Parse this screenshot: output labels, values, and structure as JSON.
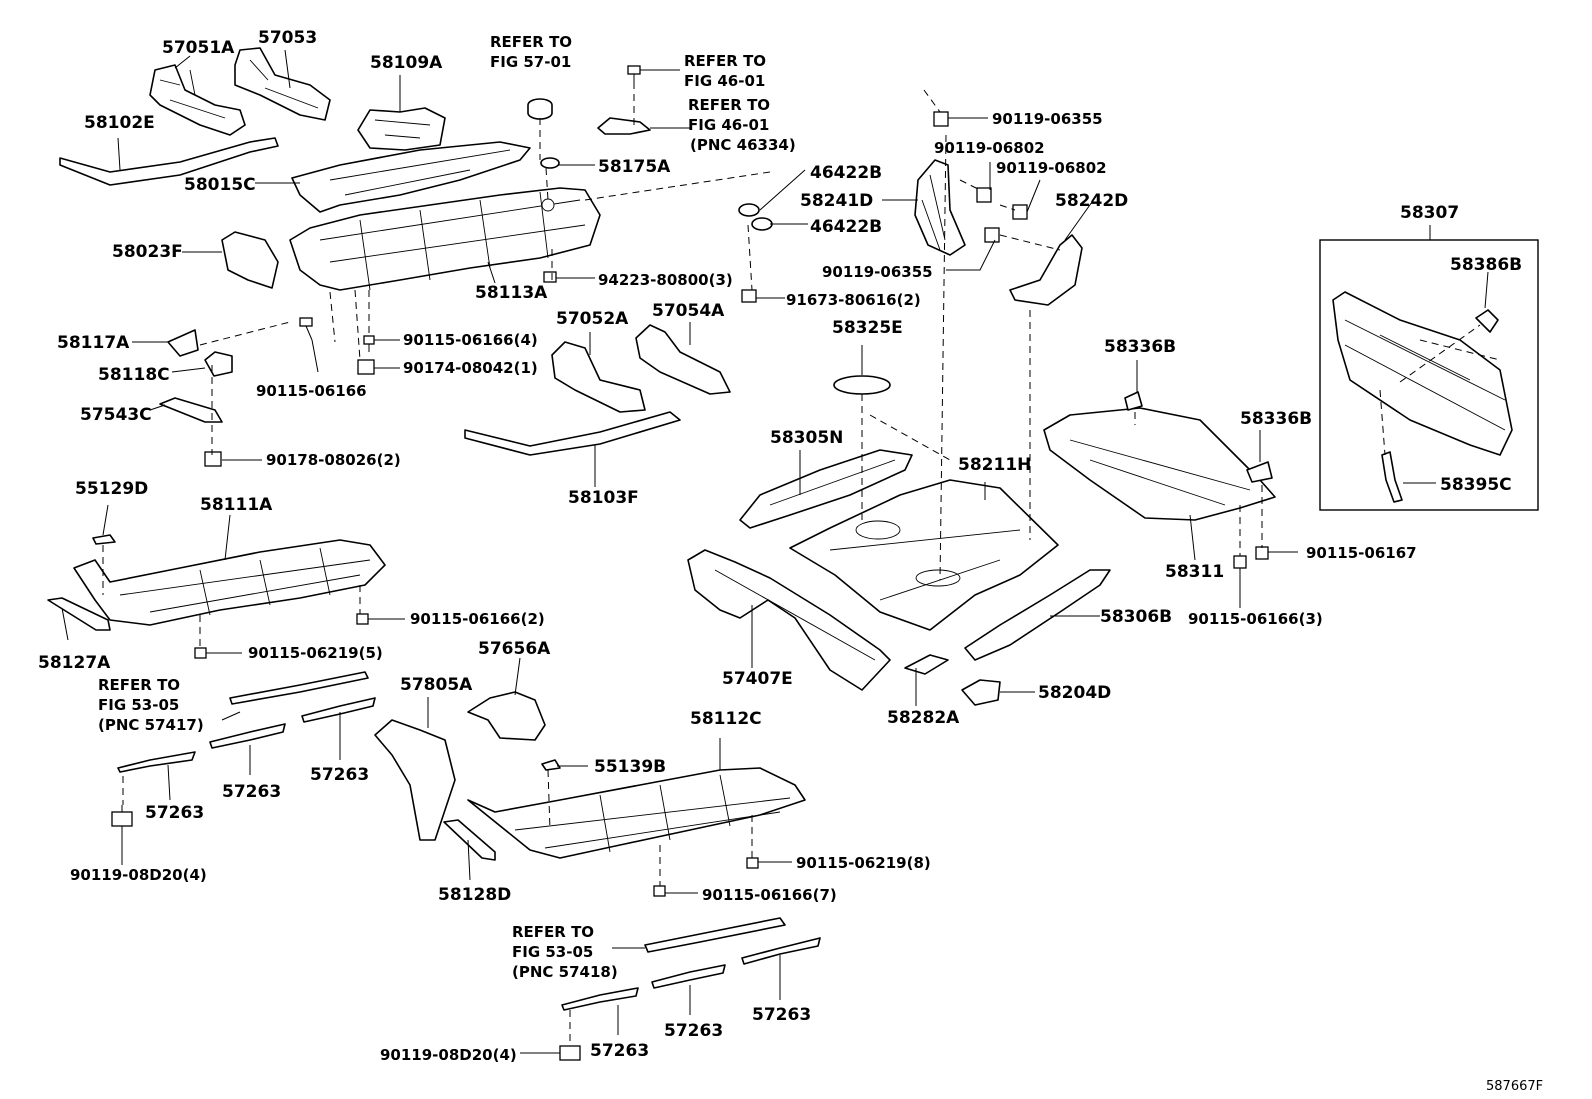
{
  "diagram_code": "587667F",
  "labels": {
    "l_57051A": "57051A",
    "l_57053": "57053",
    "l_58102E": "58102E",
    "l_58109A": "58109A",
    "l_58015C": "58015C",
    "l_58023F": "58023F",
    "l_58113A": "58113A",
    "l_refer_5701_a": "REFER TO",
    "l_refer_5701_b": "FIG 57-01",
    "l_refer_4601_a": "REFER TO",
    "l_refer_4601_b": "FIG 46-01",
    "l_refer_4601c_a": "REFER TO",
    "l_refer_4601c_b": "FIG 46-01",
    "l_refer_4601c_c": "(PNC 46334)",
    "l_58175A": "58175A",
    "l_94223": "94223-80800(3)",
    "l_46422B_1": "46422B",
    "l_46422B_2": "46422B",
    "l_91673": "91673-80616(2)",
    "l_58241D": "58241D",
    "l_58242D": "58242D",
    "l_90119_06355_a": "90119-06355",
    "l_90119_06802_a": "90119-06802",
    "l_90119_06802_b": "90119-06802",
    "l_90119_06355_b": "90119-06355",
    "l_58307": "58307",
    "l_58386B": "58386B",
    "l_58395C": "58395C",
    "l_58117A": "58117A",
    "l_58118C": "58118C",
    "l_57543C": "57543C",
    "l_90178": "90178-08026(2)",
    "l_90115_06166_4": "90115-06166(4)",
    "l_90174": "90174-08042(1)",
    "l_90115_06166": "90115-06166",
    "l_57052A": "57052A",
    "l_57054A": "57054A",
    "l_58103F": "58103F",
    "l_58325E": "58325E",
    "l_58305N": "58305N",
    "l_58211H": "58211H",
    "l_58336B_1": "58336B",
    "l_58336B_2": "58336B",
    "l_58311": "58311",
    "l_90115_06167": "90115-06167",
    "l_90115_06166_3": "90115-06166(3)",
    "l_55129D": "55129D",
    "l_58111A": "58111A",
    "l_58127A": "58127A",
    "l_90115_06166_2": "90115-06166(2)",
    "l_90115_06219_5": "90115-06219(5)",
    "l_refer_5305a_a": "REFER TO",
    "l_refer_5305a_b": "FIG 53-05",
    "l_refer_5305a_c": "(PNC 57417)",
    "l_57263_1": "57263",
    "l_57263_2": "57263",
    "l_57263_3": "57263",
    "l_90119_08D20_a": "90119-08D20(4)",
    "l_57805A": "57805A",
    "l_57656A": "57656A",
    "l_57407E": "57407E",
    "l_58306B": "58306B",
    "l_58282A": "58282A",
    "l_58204D": "58204D",
    "l_58112C": "58112C",
    "l_55139B": "55139B",
    "l_58128D": "58128D",
    "l_90115_06219_8": "90115-06219(8)",
    "l_90115_06166_7": "90115-06166(7)",
    "l_refer_5305b_a": "REFER TO",
    "l_refer_5305b_b": "FIG 53-05",
    "l_refer_5305b_c": "(PNC 57418)",
    "l_57263_4": "57263",
    "l_57263_5": "57263",
    "l_57263_6": "57263",
    "l_90119_08D20_b": "90119-08D20(4)"
  }
}
